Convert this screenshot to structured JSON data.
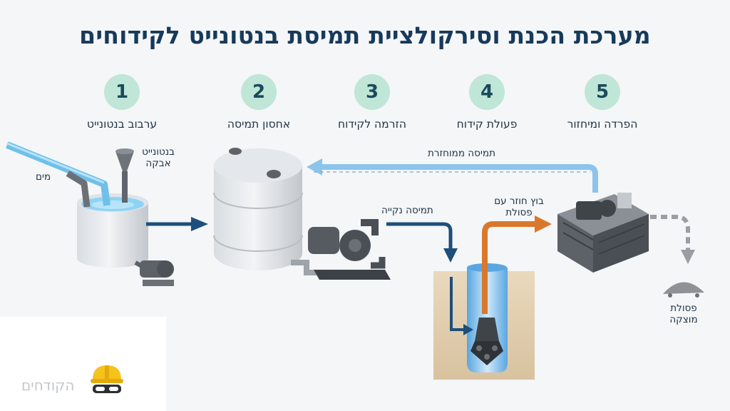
{
  "title": "מערכת הכנת וסירקולציית תמיסת בנטונייט לקידוחים",
  "steps": [
    {
      "number": "1",
      "label": "ערבוב בנטונייט"
    },
    {
      "number": "2",
      "label": "אחסון תמיסה"
    },
    {
      "number": "3",
      "label": "הזרמה לקידוח"
    },
    {
      "number": "4",
      "label": "פעולת קידוח"
    },
    {
      "number": "5",
      "label": "הפרדה ומיחזור"
    }
  ],
  "labels": {
    "water": "מים",
    "bentonite_powder_line1": "בנטונייט",
    "bentonite_powder_line2": "אבקה",
    "recycled_slurry": "תמיסה ממוחזרת",
    "clean_slurry": "תמיסה נקייה",
    "return_mud_line1": "בוץ חוזר עם",
    "return_mud_line2": "פסולת",
    "waste_line1": "פסולת",
    "waste_line2": "מוצקה"
  },
  "logo": {
    "text": "הקודחים",
    "icon": "hard-hat-goggles-icon"
  },
  "colors": {
    "step_circle": "#bfe6d7",
    "arrow_dark_blue": "#1d4f7a",
    "arrow_light_blue": "#8cc4ec",
    "arrow_orange": "#d9782c",
    "water_blue": "#8fd3f4"
  }
}
